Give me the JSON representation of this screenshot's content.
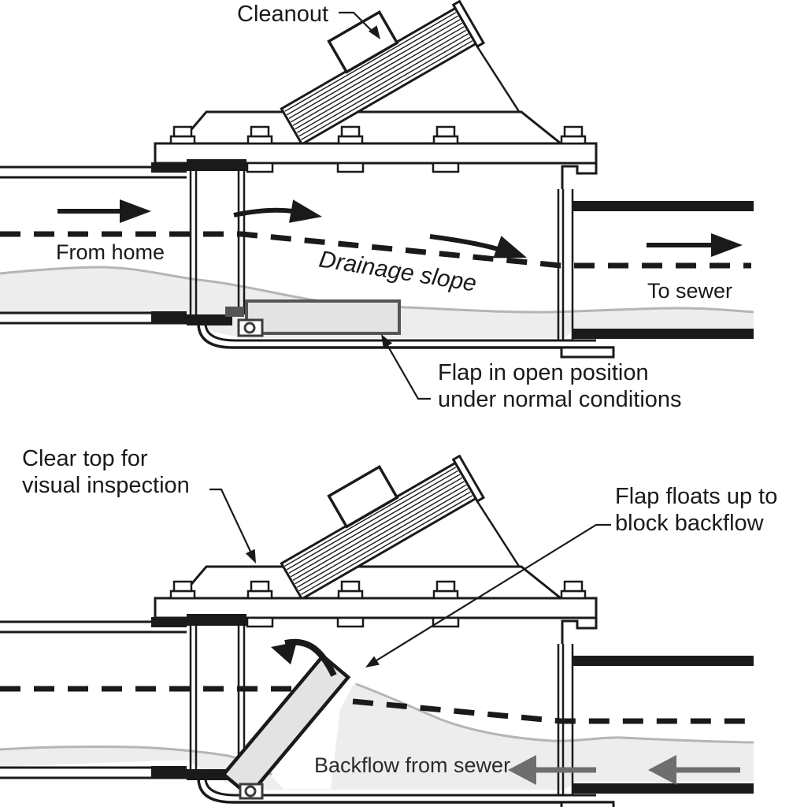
{
  "figure": {
    "kind": "technical-diagram",
    "subject": "backwater-valve-two-states"
  },
  "labels": {
    "top": {
      "cleanout": "Cleanout",
      "from_home": "From home",
      "drainage_slope": "Drainage slope",
      "to_sewer": "To sewer",
      "flap_note_line1": "Flap in open position",
      "flap_note_line2": "under normal conditions"
    },
    "bottom": {
      "clear_top_line1": "Clear top for",
      "clear_top_line2": "visual inspection",
      "flap_note_line1": "Flap floats up to",
      "flap_note_line2": "block backflow",
      "backflow": "Backflow from sewer"
    }
  },
  "colors": {
    "ink": "#1a1a1a",
    "water_fill": "#ededed",
    "water_line": "#b5b5b5",
    "flap_fill": "#e3e3e3",
    "flap_open_stroke": "#555555",
    "hinge_stroke": "#3c3c3c",
    "backflow_arrow": "#6e6e6e",
    "text": "#1a1a1a",
    "background": "#ffffff"
  }
}
